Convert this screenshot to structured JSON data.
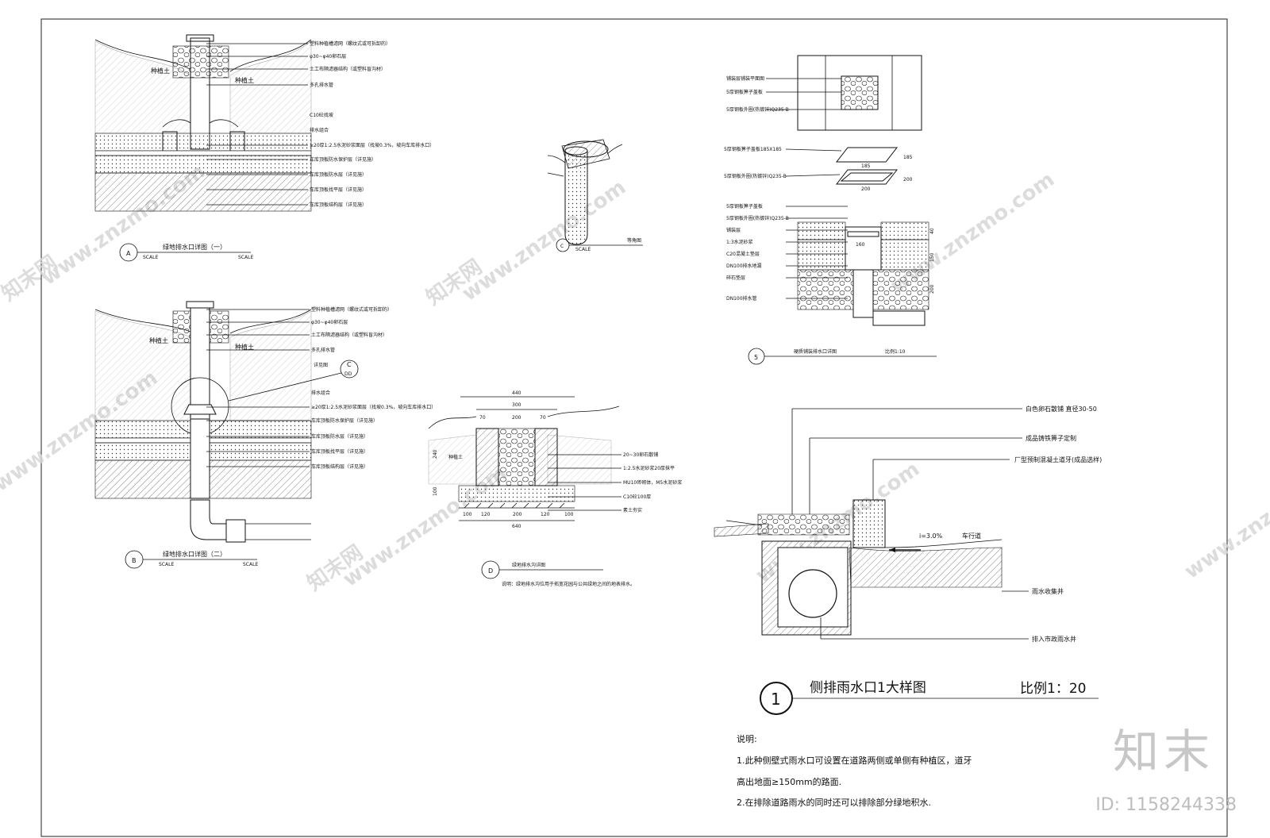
{
  "details": {
    "A": {
      "marker": "A",
      "title": "绿地排水口详图（一）",
      "scale_left": "SCALE",
      "scale_right": "SCALE",
      "notes": [
        "塑料种植槽滤网（螺纹式或可拆卸的）",
        "φ30~φ40卵石层",
        "土工布隔滤器结构（或塑料盲沟材）",
        "多孔排水管",
        "C10砼找坡",
        "排水组合",
        "≥20厚1:2.5水泥砂浆面层（找坡0.3%，坡向车库排水口）",
        "车库顶板防水保护层（详见施）",
        "车库顶板防水层（详见施）",
        "车库顶板找平层（详见施）",
        "车库顶板结构层（详见施）"
      ],
      "soil_label_left": "种植土",
      "soil_label_right": "种植土"
    },
    "B": {
      "marker": "B",
      "title": "绿地排水口详图（二）",
      "scale_left": "SCALE",
      "scale_right": "SCALE",
      "notes": [
        "塑料种植槽滤网（螺纹式或可拆卸的）",
        "φ30~φ40卵石层",
        "土工布隔滤器结构（或塑料盲沟材）",
        "多孔排水管",
        "详见图",
        "排水组合",
        "≥20厚1:2.5水泥砂浆面层（找坡0.3%，坡向车库排水口）",
        "车库顶板防水保护层（详见施）",
        "车库顶板防水层（详见施）",
        "车库顶板找平层（详见施）",
        "车库顶板结构层（详见施）"
      ],
      "callout": "C",
      "callout_ref": "DD",
      "soil_label_left": "种植土",
      "soil_label_right": "种植土"
    },
    "C": {
      "marker": "C",
      "title": "等角图",
      "scale": "SCALE"
    },
    "D": {
      "marker": "D",
      "title": "绿地排水沟详图",
      "note": "说明：绿地排水沟位用于拓宽花园与公共绿地之间的地表排水。",
      "dims_top": [
        "440",
        "300",
        "70",
        "200",
        "70"
      ],
      "dims_bottom": [
        "100",
        "120",
        "200",
        "120",
        "100"
      ],
      "dims_total": "640",
      "dims_side": [
        "240",
        "100"
      ],
      "labels": [
        "20~30卵石散铺",
        "1:2.5水泥砂浆20厚抹平",
        "MU10砖砌体，M5水泥砂浆",
        "C10砼100厚",
        "素土夯实"
      ],
      "soil_label": "种植土"
    },
    "S5": {
      "marker": "5",
      "title": "硬质铺装排水口详图",
      "scale": "比例1:10",
      "plan_labels": [
        "铺装层铺装平面图",
        "5厚钢板箅子盖板",
        "5厚钢板外圈(热镀锌)Q235-B"
      ],
      "part_labels": [
        "5厚钢板箅子盖板185X185",
        "5厚钢板外圈(热镀锌)Q235-B"
      ],
      "part_dims": [
        "185",
        "185",
        "200",
        "200"
      ],
      "section_labels": [
        "5厚钢板箅子盖板",
        "5厚钢板外圈(热镀锌)Q235-B",
        "铺装层",
        "1:3水泥砂浆",
        "C20混凝土垫层",
        "DN100排水地漏",
        "碎石垫层",
        "DN100排水管"
      ],
      "section_dims": [
        "160",
        "40",
        "150",
        "200"
      ]
    },
    "S1": {
      "marker": "1",
      "title": "侧排雨水口1大样图",
      "scale": "比例1：20",
      "labels": [
        "白色卵石散铺  直径30-50",
        "成品铸铁箅子定制",
        "厂型预制混凝土道牙(成品选样)",
        "i=3.0%",
        "车行道",
        "雨水收集井",
        "排入市政雨水井"
      ],
      "notes_title": "说明:",
      "notes": [
        "1.此种侧壁式雨水口可设置在道路两侧或单侧有种植区，道牙",
        "高出地面≥150mm的路面.",
        "2.在排除道路雨水的同时还可以排除部分绿地积水."
      ]
    }
  },
  "watermark": {
    "site": "www.znzmo.com",
    "name": "知末网",
    "brand": "知末",
    "id": "ID: 1158244338"
  }
}
